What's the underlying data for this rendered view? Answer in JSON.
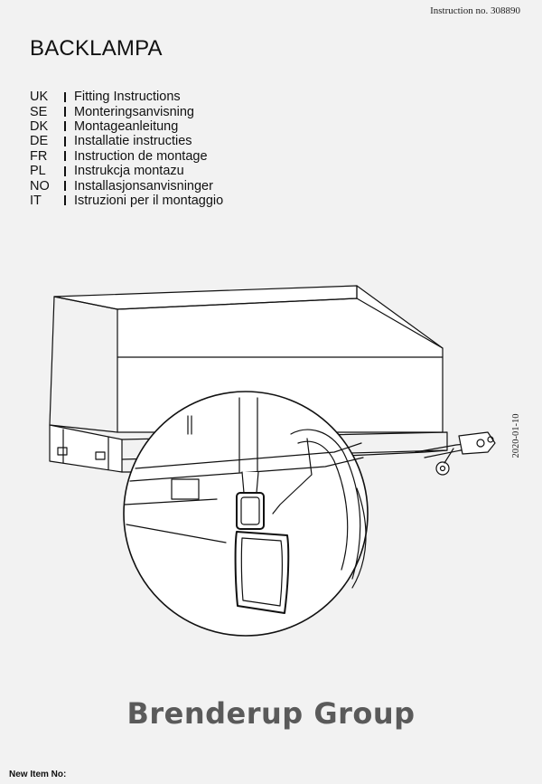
{
  "header": {
    "instruction_no": "Instruction no. 308890"
  },
  "title": "BACKLAMPA",
  "languages": [
    {
      "code": "UK",
      "text": "Fitting Instructions"
    },
    {
      "code": "SE",
      "text": "Monteringsanvisning"
    },
    {
      "code": "DK",
      "text": "Montageanleitung"
    },
    {
      "code": "DE",
      "text": "Installatie instructies"
    },
    {
      "code": "FR",
      "text": "Instruction de montage"
    },
    {
      "code": "PL",
      "text": "Instrukcja montazu"
    },
    {
      "code": "NO",
      "text": "Installasjonsanvisninger"
    },
    {
      "code": "IT",
      "text": "Istruzioni per il montaggio"
    }
  ],
  "date": "2020-01-10",
  "brand": "Brenderup Group",
  "footer": {
    "new_item_label": "New Item No:",
    "new_item_value": ""
  }
}
